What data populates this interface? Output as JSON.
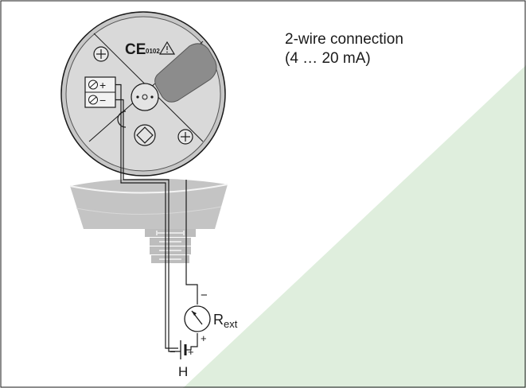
{
  "caption": {
    "line1": "2-wire connection",
    "line2": "(4 … 20 mA)"
  },
  "head_marks": {
    "ce": "CE",
    "approval_number": "0102",
    "warning_icon": "warning-triangle-icon"
  },
  "terminals": {
    "plus": "+",
    "minus": "−"
  },
  "meter": {
    "label_main": "R",
    "label_sub": "ext",
    "minus": "−",
    "plus": "+"
  },
  "supply": {
    "minus": "−",
    "plus": "+",
    "label": "H"
  },
  "colors": {
    "background": "#ffffff",
    "green_area": "#dfeedd",
    "housing_light": "#d6d6d6",
    "housing_mid": "#bdbdbd",
    "housing_dark": "#8c8c8c",
    "stroke": "#1a1a1a"
  }
}
